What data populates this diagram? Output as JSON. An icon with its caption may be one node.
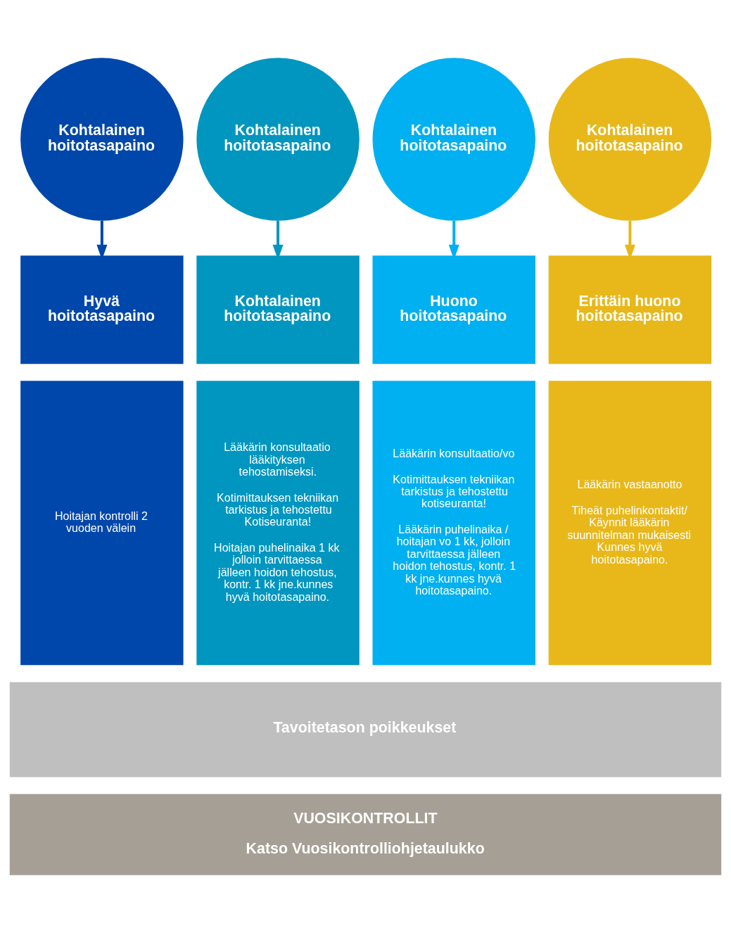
{
  "diagram": {
    "nodes": [
      {
        "text": [
          "Kohtalainen hoitotasapaino"
        ]
      },
      {
        "text": [
          "Hyvä hoitotasapaino"
        ]
      },
      {
        "text": [
          "Hoitajan kontrolli 2 vuoden välein"
        ]
      },
      {
        "text": [
          "Kohtalainen hoitotasapaino"
        ]
      },
      {
        "text": [
          "Kohtalainen hoitotasapaino"
        ]
      },
      {
        "text": [
          "Lääkärin konsultaatio lääkityksen tehostamiseksi.",
          "Kotimittauksen tekniikan tarkistus ja tehostettu Kotiseuranta!",
          "Hoitajan puhelinaika 1 kk jolloin tarvittaessa jälleen hoidon tehostus, kontr. 1 kk jne.kunnes hyvä hoitotasapaino."
        ]
      },
      {
        "text": [
          "Kohtalainen hoitotasapaino"
        ]
      },
      {
        "text": [
          "Huono hoitotasapaino"
        ]
      },
      {
        "text": [
          "Lääkärin konsultaatio/vo",
          "Kotimittauksen tekniikan tarkistus ja tehostettu kotiseuranta!",
          "Lääkärin puhelinaika / hoitajan vo 1 kk, jolloin tarvittaessa jälleen hoidon tehostus, kontr. 1 kk jne.kunnes hyvä hoitotasapaino."
        ]
      },
      {
        "text": [
          "Kohtalainen hoitotasapaino"
        ]
      },
      {
        "text": [
          "Erittäin huono hoitotasapaino"
        ]
      },
      {
        "text": [
          "Lääkärin vastaanotto",
          "Tiheät puhelinkontaktit/ Käynnit lääkärin suunnitelman mukaisesti Kunnes hyvä hoitotasapaino."
        ]
      },
      {
        "text": [
          "Tavoitetason poikkeukset"
        ]
      },
      {
        "text": [
          "VUOSIKONTROLLIT",
          "Katso Vuosikontrolliohjetaulukko"
        ]
      }
    ],
    "edges": [
      {
        "from": 0,
        "to": 1,
        "arrow": "to",
        "color": "#0047ab"
      },
      {
        "from": 3,
        "to": 4,
        "arrow": "to",
        "color": "#0096c0"
      },
      {
        "from": 6,
        "to": 7,
        "arrow": "to",
        "color": "#00b0f0"
      },
      {
        "from": 9,
        "to": 10,
        "arrow": "to",
        "color": "#e8b81a"
      }
    ]
  }
}
